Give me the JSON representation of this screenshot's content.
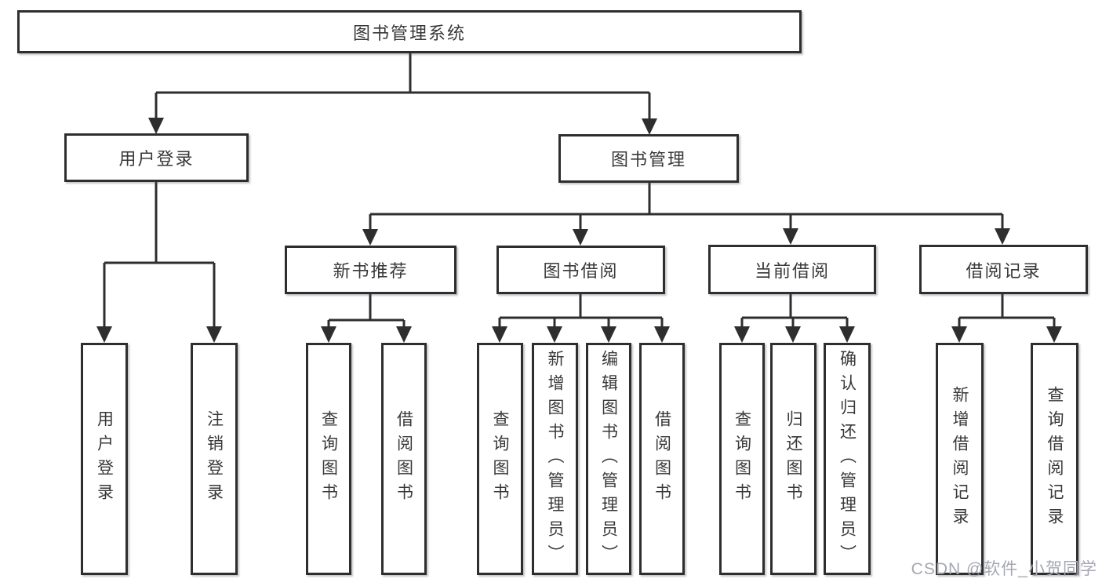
{
  "diagram_title": "图书管理系统",
  "colors": {
    "line": "#2e2e2e",
    "text": "#383838",
    "watermark": "#a5a7b3",
    "background": "#ffffff"
  },
  "tree": {
    "root": {
      "label": "图书管理系统",
      "children": [
        {
          "label": "用户登录",
          "children": [
            {
              "label": "用户登录"
            },
            {
              "label": "注销登录"
            }
          ]
        },
        {
          "label": "图书管理",
          "children": [
            {
              "label": "新书推荐",
              "children": [
                {
                  "label": "查询图书"
                },
                {
                  "label": "借阅图书"
                }
              ]
            },
            {
              "label": "图书借阅",
              "children": [
                {
                  "label": "查询图书"
                },
                {
                  "label": "新增图书（管理员）"
                },
                {
                  "label": "编辑图书（管理员）"
                },
                {
                  "label": "借阅图书"
                }
              ]
            },
            {
              "label": "当前借阅",
              "children": [
                {
                  "label": "查询图书"
                },
                {
                  "label": "归还图书"
                },
                {
                  "label": "确认归还（管理员）"
                }
              ]
            },
            {
              "label": "借阅记录",
              "children": [
                {
                  "label": "新增借阅记录"
                },
                {
                  "label": "查询借阅记录"
                }
              ]
            }
          ]
        }
      ]
    }
  },
  "watermark": {
    "text": "CSDN @软件_小贺同学"
  }
}
